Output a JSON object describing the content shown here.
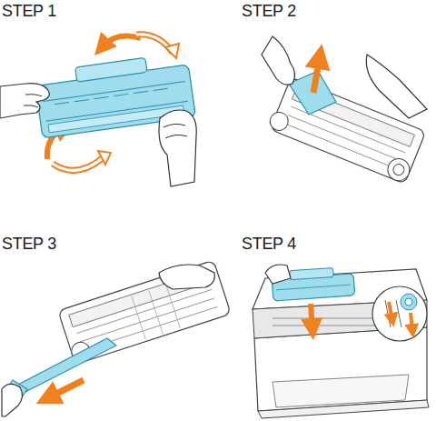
{
  "diagram": {
    "labels": [
      "STEP 1",
      "STEP 2",
      "STEP 3",
      "STEP 4"
    ]
  }
}
